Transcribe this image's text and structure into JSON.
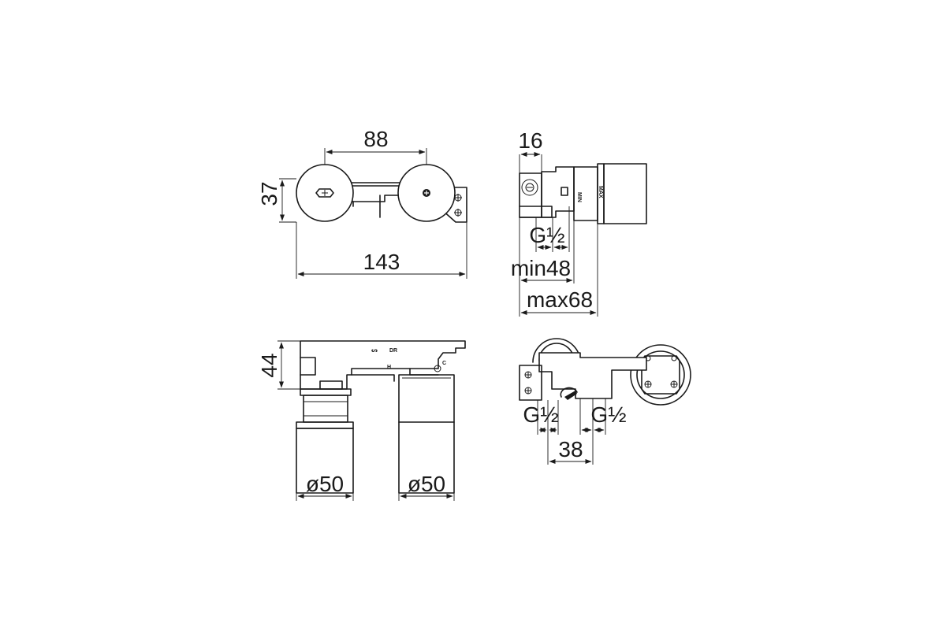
{
  "drawing": {
    "top_view": {
      "dim_width_centers": "88",
      "dim_height": "37",
      "dim_overall": "143"
    },
    "side_view": {
      "dim_depth": "16",
      "dim_thread": "G½",
      "dim_min": "min48",
      "dim_max": "max68",
      "mark_min": "MIN",
      "mark_max": "MAX"
    },
    "front_view": {
      "dim_height": "44",
      "dim_left_diameter": "ø50",
      "dim_right_diameter": "ø50",
      "mark_brand": "DR",
      "mark_h": "H",
      "mark_c": "C"
    },
    "bottom_view": {
      "dim_thread_left": "G½",
      "dim_thread_right": "G½",
      "dim_spacing": "38"
    }
  }
}
